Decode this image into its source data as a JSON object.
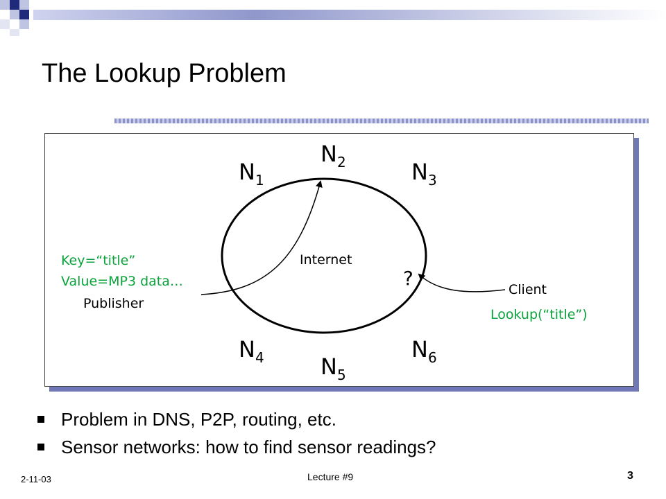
{
  "slide": {
    "title": "The Lookup Problem"
  },
  "diagram": {
    "nodes": [
      {
        "base": "N",
        "sub": "1"
      },
      {
        "base": "N",
        "sub": "2"
      },
      {
        "base": "N",
        "sub": "3"
      },
      {
        "base": "N",
        "sub": "4"
      },
      {
        "base": "N",
        "sub": "5"
      },
      {
        "base": "N",
        "sub": "6"
      }
    ],
    "internet_label": "Internet",
    "publisher": {
      "key_text": "Key=“title”",
      "value_text": "Value=MP3 data…",
      "label": "Publisher"
    },
    "client": {
      "label": "Client",
      "lookup_text": "Lookup(“title”)"
    },
    "unknown_mark": "?",
    "colors": {
      "green_text": "#0aa33b",
      "shadow": "#7078b8"
    }
  },
  "bullets": [
    "Problem in DNS, P2P, routing, etc.",
    "Sensor networks: how to find sensor readings?"
  ],
  "footer": {
    "date": "2-11-03",
    "lecture": "Lecture #9",
    "page": "3"
  }
}
